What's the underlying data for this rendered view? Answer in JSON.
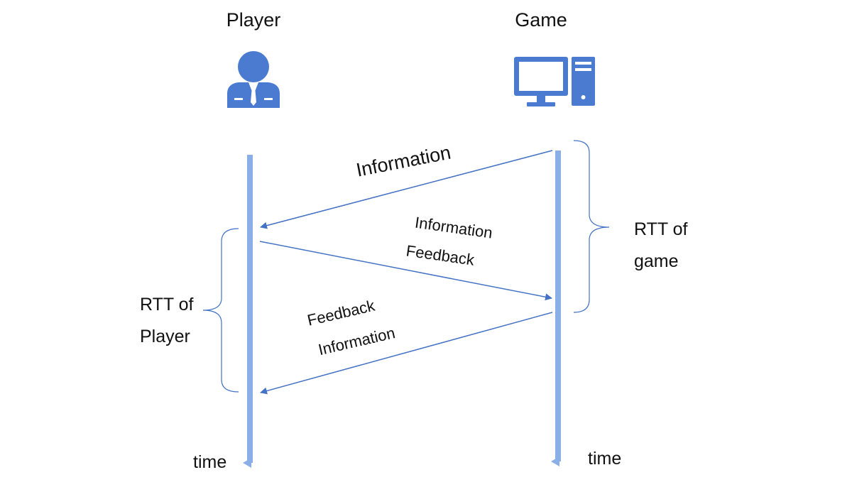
{
  "actors": {
    "player": {
      "label": "Player",
      "icon": "person-icon"
    },
    "game": {
      "label": "Game",
      "icon": "desktop-computer-icon"
    }
  },
  "axis": {
    "player_time_label": "time",
    "game_time_label": "time"
  },
  "messages": [
    {
      "id": "msg-1",
      "direction": "game-to-player",
      "lines": [
        "Information"
      ]
    },
    {
      "id": "msg-2",
      "direction": "player-to-game",
      "lines": [
        "Information",
        "Feedback"
      ]
    },
    {
      "id": "msg-3",
      "direction": "game-to-player",
      "lines": [
        "Feedback",
        "Information"
      ]
    }
  ],
  "intervals": {
    "game_rtt": {
      "lines": [
        "RTT of",
        "game"
      ]
    },
    "player_rtt": {
      "lines": [
        "RTT of",
        "Player"
      ]
    }
  },
  "colors": {
    "lifeline": "#8aaee6",
    "arrow": "#4472c4",
    "icon": "#4a7bd0",
    "text": "#111111"
  }
}
